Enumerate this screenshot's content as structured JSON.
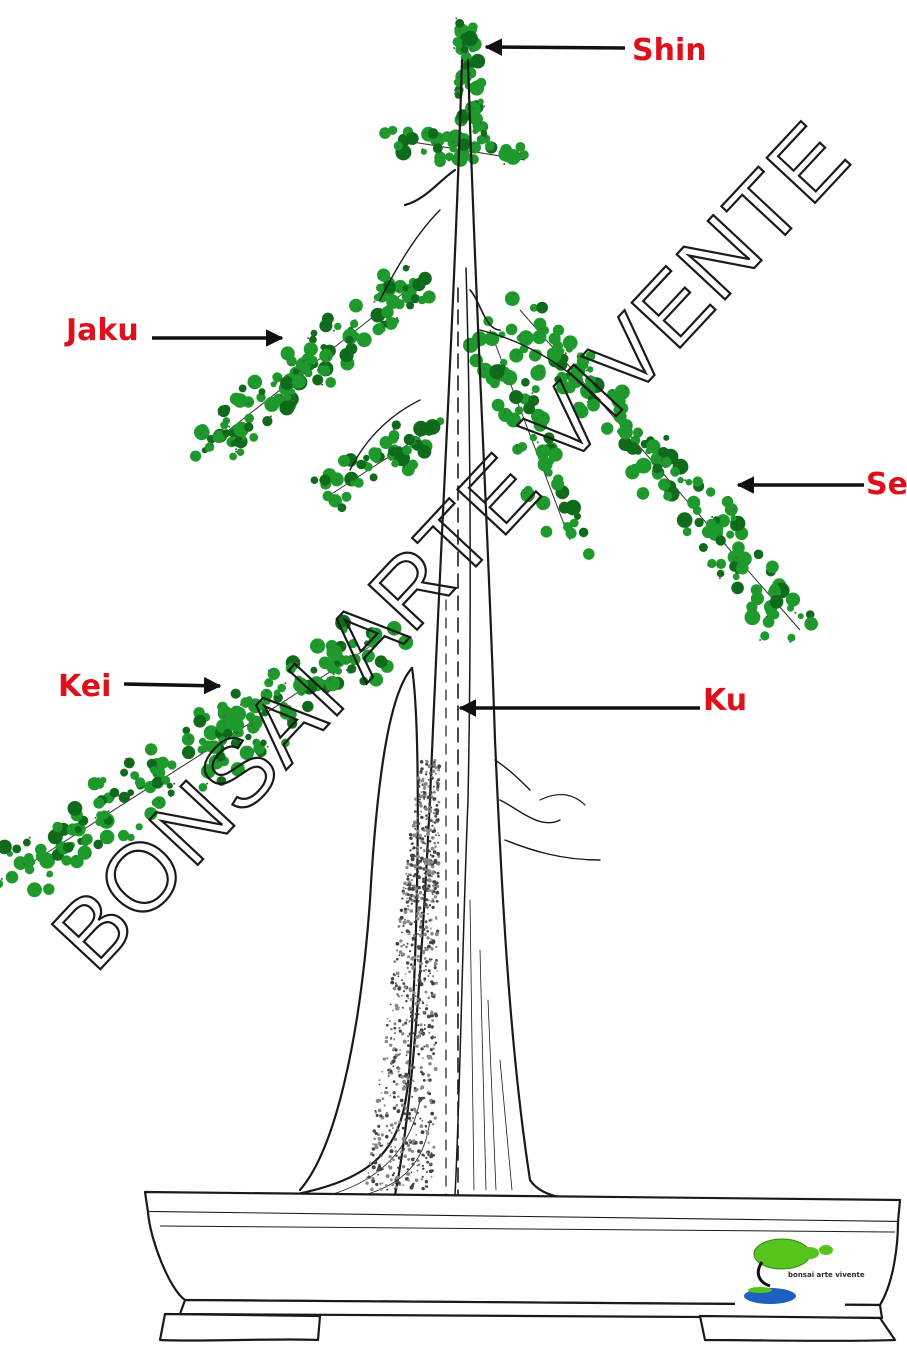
{
  "diagram": {
    "labels": {
      "shin": "Shin",
      "jaku": "Jaku",
      "se": "Se",
      "kei": "Kei",
      "ku": "Ku"
    },
    "watermark": "BONSAI ARTE VIVENTE",
    "logo_text": "bonsai arte vivente",
    "colors": {
      "label": "#e0101a",
      "foliage": "#1e9a2c",
      "foliage_dark": "#0d6b1a",
      "line": "#1a1a1a",
      "logo_green": "#56c41c",
      "logo_blue": "#1f5fbf"
    }
  }
}
